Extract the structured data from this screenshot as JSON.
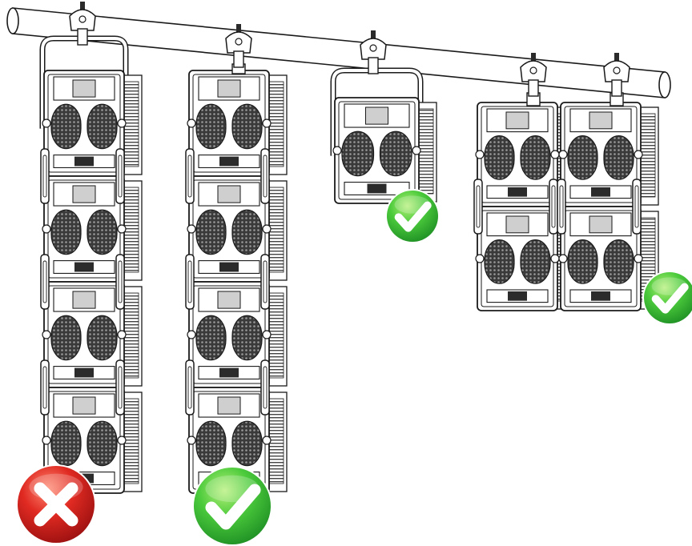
{
  "diagram": {
    "subject": "rigging-configurations",
    "colors": {
      "line": "#1a1a1a",
      "panel": "#ffffff",
      "dark": "#2b2b2b",
      "mid": "#8a8a8a",
      "ok_green": "#3cb93c",
      "ok_green_light": "#8de35a",
      "no_red": "#d42222",
      "no_red_light": "#f26a5a"
    },
    "icons": {
      "ok": "check-mark-icon",
      "no": "cross-mark-icon"
    },
    "configurations": [
      {
        "id": "stack-4-side-yoke",
        "panels_high": 4,
        "panels_wide": 1,
        "status": "not-allowed"
      },
      {
        "id": "stack-4-center-clamp",
        "panels_high": 4,
        "panels_wide": 1,
        "status": "allowed"
      },
      {
        "id": "single-with-yoke",
        "panels_high": 1,
        "panels_wide": 1,
        "status": "allowed"
      },
      {
        "id": "grid-2x2-two-clamps",
        "panels_high": 2,
        "panels_wide": 2,
        "status": "allowed"
      }
    ]
  }
}
